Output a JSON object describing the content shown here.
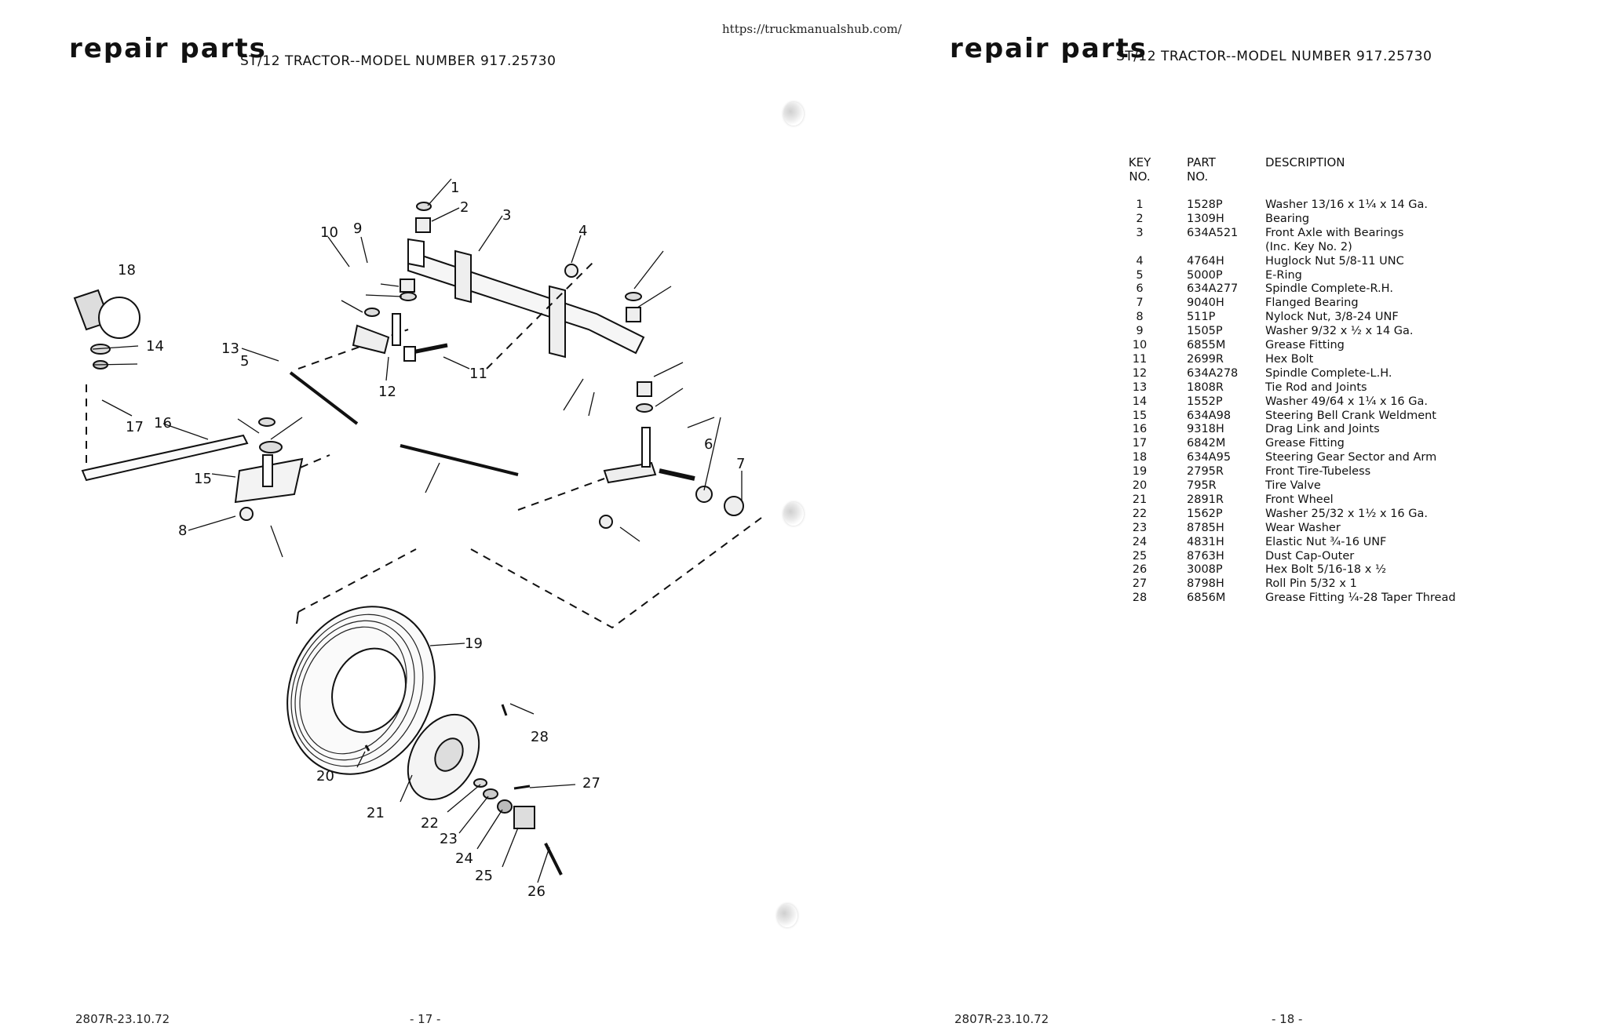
{
  "source_url": "https://truckmanualshub.com/",
  "left_page": {
    "header_title": "repair parts",
    "header_subtitle": "ST/12 TRACTOR--MODEL NUMBER 917.25730",
    "footer_code": "2807R-23.10.72",
    "footer_page": "- 17 -",
    "diagram_callouts": [
      "1",
      "2",
      "3",
      "4",
      "5",
      "6",
      "7",
      "8",
      "9",
      "10",
      "11",
      "12",
      "13",
      "14",
      "15",
      "16",
      "17",
      "18",
      "19",
      "20",
      "21",
      "22",
      "23",
      "24",
      "25",
      "26",
      "27",
      "28"
    ]
  },
  "right_page": {
    "header_title": "repair parts",
    "header_subtitle": "ST/12 TRACTOR--MODEL NUMBER 917.25730",
    "footer_code": "2807R-23.10.72",
    "footer_page": "- 18 -",
    "table": {
      "headers": {
        "key": "KEY\nNO.",
        "part": "PART\nNO.",
        "description": "DESCRIPTION"
      },
      "rows": [
        {
          "key": "1",
          "part": "1528P",
          "desc": "Washer 13/16 x 1¼ x 14 Ga."
        },
        {
          "key": "2",
          "part": "1309H",
          "desc": "Bearing"
        },
        {
          "key": "3",
          "part": "634A521",
          "desc": "Front Axle with Bearings"
        },
        {
          "key": "",
          "part": "",
          "desc": "(Inc. Key No. 2)"
        },
        {
          "key": "4",
          "part": "4764H",
          "desc": "Huglock Nut 5/8-11 UNC"
        },
        {
          "key": "5",
          "part": "5000P",
          "desc": "E-Ring"
        },
        {
          "key": "6",
          "part": "634A277",
          "desc": "Spindle Complete-R.H."
        },
        {
          "key": "7",
          "part": "9040H",
          "desc": "Flanged Bearing"
        },
        {
          "key": "8",
          "part": "511P",
          "desc": "Nylock Nut, 3/8-24 UNF"
        },
        {
          "key": "9",
          "part": "1505P",
          "desc": "Washer 9/32 x ½ x 14 Ga."
        },
        {
          "key": "10",
          "part": "6855M",
          "desc": "Grease Fitting"
        },
        {
          "key": "11",
          "part": "2699R",
          "desc": "Hex Bolt"
        },
        {
          "key": "12",
          "part": "634A278",
          "desc": "Spindle Complete-L.H."
        },
        {
          "key": "13",
          "part": "1808R",
          "desc": "Tie Rod and Joints"
        },
        {
          "key": "14",
          "part": "1552P",
          "desc": "Washer 49/64 x 1¼ x 16 Ga."
        },
        {
          "key": "15",
          "part": "634A98",
          "desc": "Steering Bell Crank Weldment"
        },
        {
          "key": "16",
          "part": "9318H",
          "desc": "Drag Link and Joints"
        },
        {
          "key": "17",
          "part": "6842M",
          "desc": "Grease Fitting"
        },
        {
          "key": "18",
          "part": "634A95",
          "desc": "Steering Gear Sector and Arm"
        },
        {
          "key": "19",
          "part": "2795R",
          "desc": "Front Tire-Tubeless"
        },
        {
          "key": "20",
          "part": "795R",
          "desc": "Tire Valve"
        },
        {
          "key": "21",
          "part": "2891R",
          "desc": "Front Wheel"
        },
        {
          "key": "22",
          "part": "1562P",
          "desc": "Washer 25/32 x 1½ x 16 Ga."
        },
        {
          "key": "23",
          "part": "8785H",
          "desc": "Wear Washer"
        },
        {
          "key": "24",
          "part": "4831H",
          "desc": "Elastic Nut ¾-16 UNF"
        },
        {
          "key": "25",
          "part": "8763H",
          "desc": "Dust Cap-Outer"
        },
        {
          "key": "26",
          "part": "3008P",
          "desc": "Hex Bolt 5/16-18 x ½"
        },
        {
          "key": "27",
          "part": "8798H",
          "desc": "Roll Pin 5/32 x 1"
        },
        {
          "key": "28",
          "part": "6856M",
          "desc": "Grease Fitting ¼-28 Taper Thread"
        }
      ]
    }
  }
}
